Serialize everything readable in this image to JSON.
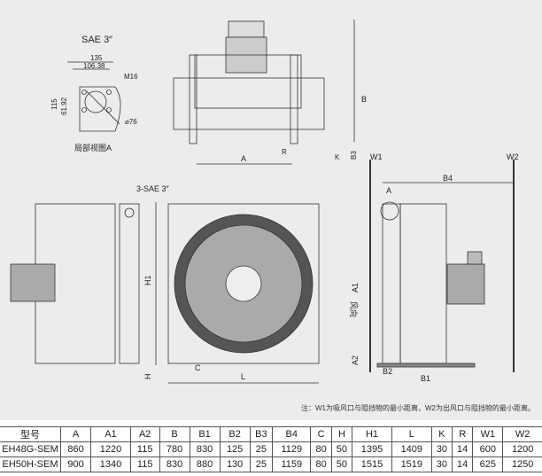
{
  "drawing": {
    "detail_title": "SAE 3″",
    "detail_caption": "局部视图A",
    "detail_dims": [
      "135",
      "106.38",
      "M16",
      "115",
      "61.92",
      "⌀76"
    ],
    "top_view_labels": [
      "A",
      "B",
      "R",
      "K",
      "B3"
    ],
    "front_view_labels": [
      "3-SAE 3″",
      "H1",
      "H",
      "C",
      "L"
    ],
    "side_view_labels": [
      "W1",
      "W2",
      "B4",
      "A",
      "A1",
      "风向",
      "A2",
      "B2",
      "B1"
    ],
    "note": "注：W1为吸风口与阻挡物的最小距离，W2为出风口与阻挡物的最小距离。"
  },
  "table": {
    "headers": [
      "型号",
      "A",
      "A1",
      "A2",
      "B",
      "B1",
      "B2",
      "B3",
      "B4",
      "C",
      "H",
      "H1",
      "L",
      "K",
      "R",
      "W1",
      "W2"
    ],
    "rows": [
      [
        "EH48G-SEM",
        "860",
        "1220",
        "115",
        "780",
        "830",
        "125",
        "25",
        "1129",
        "80",
        "50",
        "1395",
        "1409",
        "30",
        "14",
        "600",
        "1200"
      ],
      [
        "EH50H-SEM",
        "900",
        "1340",
        "115",
        "830",
        "880",
        "130",
        "25",
        "1159",
        "80",
        "50",
        "1515",
        "1519",
        "30",
        "14",
        "625",
        "1250"
      ]
    ]
  }
}
